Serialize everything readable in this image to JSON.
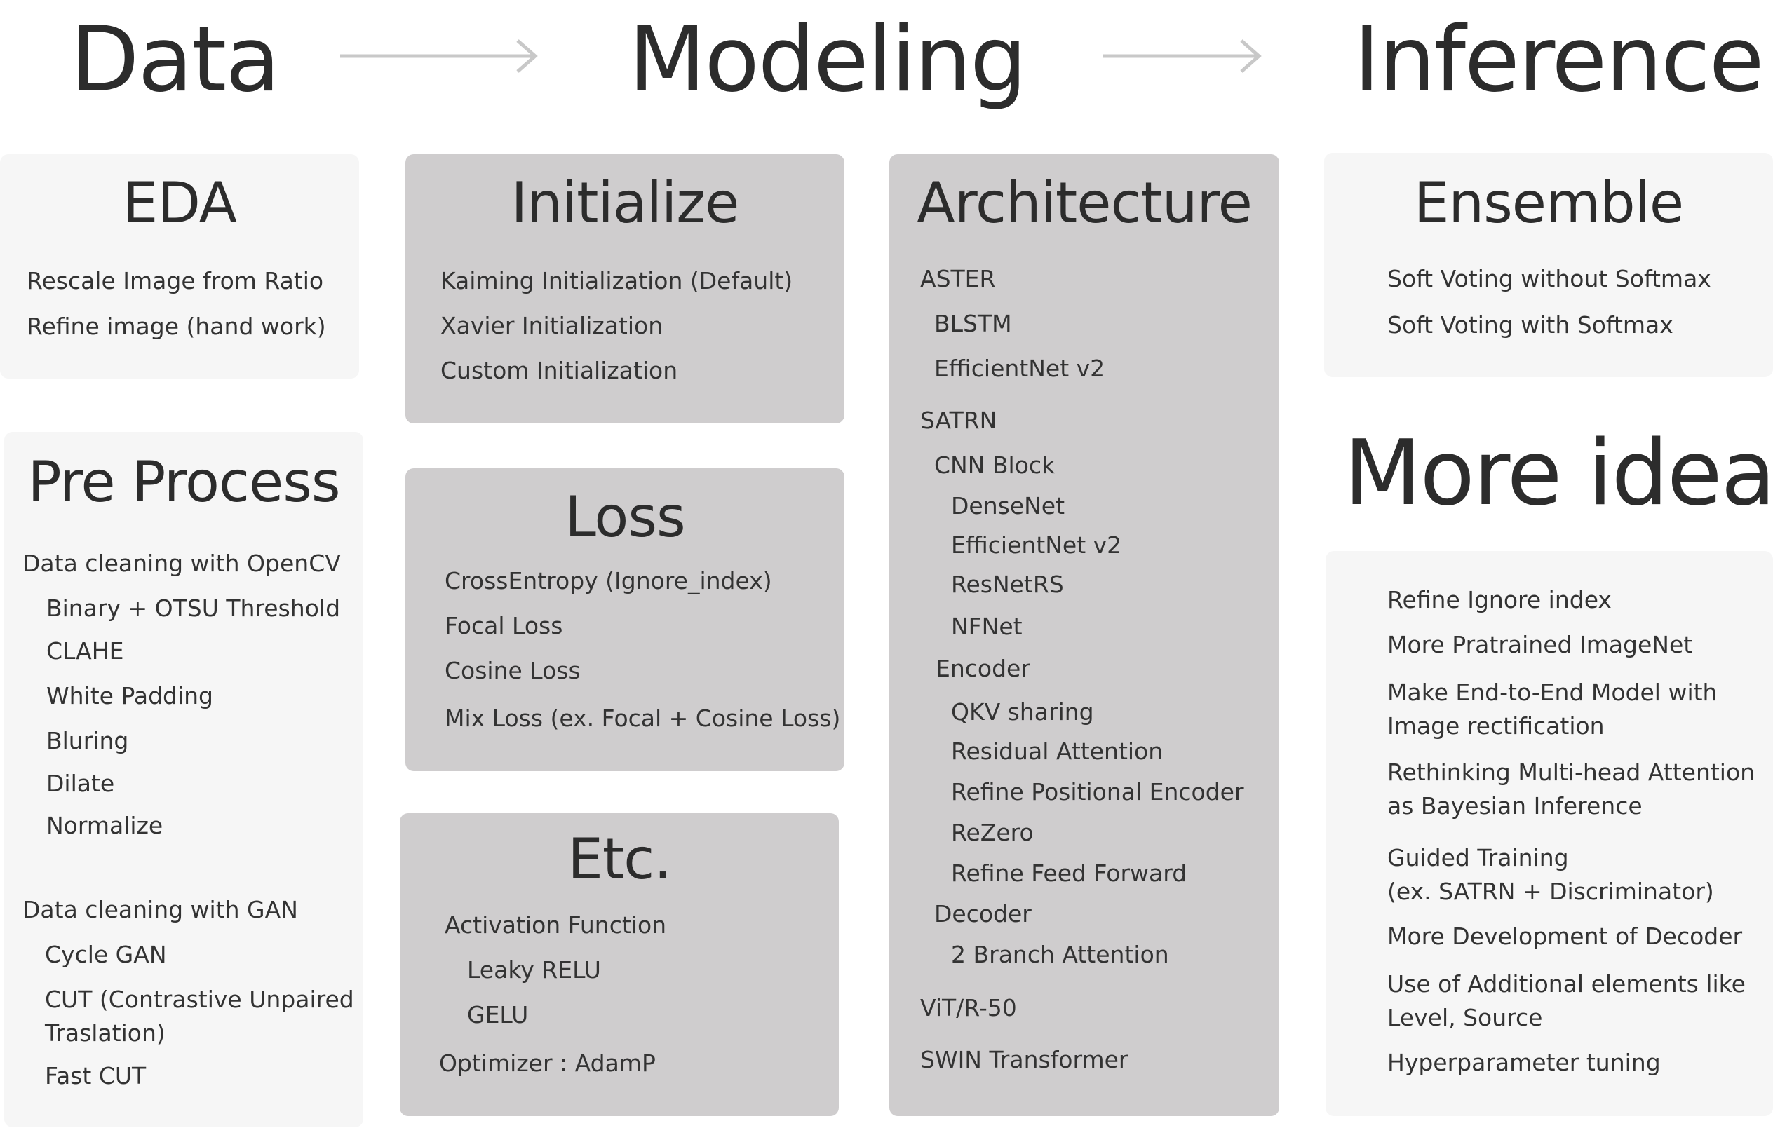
{
  "headings": {
    "data": "Data",
    "modeling": "Modeling",
    "inference": "Inference",
    "more_idea": "More idea"
  },
  "colors": {
    "light_panel": "#f6f6f6",
    "dark_panel": "#cfcdce",
    "arrow": "#c8c8c8",
    "text": "#2c2c2c"
  },
  "eda": {
    "title": "EDA",
    "items": [
      "Rescale Image from Ratio",
      "Refine image (hand work)"
    ]
  },
  "pre_process": {
    "title": "Pre Process",
    "opencv_header": "Data cleaning with OpenCV",
    "opencv_items": [
      "Binary + OTSU Threshold",
      "CLAHE",
      "White Padding",
      "Bluring",
      "Dilate",
      "Normalize"
    ],
    "gan_header": "Data cleaning with GAN",
    "gan_items": [
      "Cycle GAN",
      "CUT (Contrastive Unpaired",
      "Traslation)",
      "Fast CUT"
    ]
  },
  "initialize": {
    "title": "Initialize",
    "items": [
      "Kaiming Initialization (Default)",
      "Xavier Initialization",
      "Custom Initialization"
    ]
  },
  "loss": {
    "title": "Loss",
    "items": [
      "CrossEntropy (Ignore_index)",
      "Focal Loss",
      "Cosine Loss",
      "Mix Loss (ex. Focal + Cosine Loss)"
    ]
  },
  "etc": {
    "title": "Etc.",
    "activation": "Activation Function",
    "activation_items": [
      "Leaky RELU",
      "GELU"
    ],
    "optimizer": "Optimizer : AdamP"
  },
  "architecture": {
    "title": "Architecture",
    "aster": "ASTER",
    "aster_items": [
      "BLSTM",
      "EfficientNet v2"
    ],
    "satrn": "SATRN",
    "cnn_block": "CNN Block",
    "cnn_items": [
      "DenseNet",
      "EfficientNet v2",
      "ResNetRS",
      "NFNet"
    ],
    "encoder": "Encoder",
    "encoder_items": [
      "QKV sharing",
      "Residual Attention",
      "Refine Positional Encoder",
      "ReZero",
      "Refine Feed Forward"
    ],
    "decoder": "Decoder",
    "decoder_items": [
      "2 Branch Attention"
    ],
    "vit": "ViT/R-50",
    "swin": "SWIN Transformer"
  },
  "ensemble": {
    "title": "Ensemble",
    "items": [
      "Soft Voting without Softmax",
      "Soft Voting with Softmax"
    ]
  },
  "more_idea": {
    "items": [
      "Refine Ignore index",
      "More Pratrained ImageNet",
      "Make End-to-End Model with",
      "Image rectification",
      "Rethinking Multi-head Attention",
      "as Bayesian Inference",
      "Guided Training",
      "(ex. SATRN + Discriminator)",
      "More Development of Decoder",
      "Use of Additional elements like",
      "Level, Source",
      "Hyperparameter tuning"
    ]
  }
}
